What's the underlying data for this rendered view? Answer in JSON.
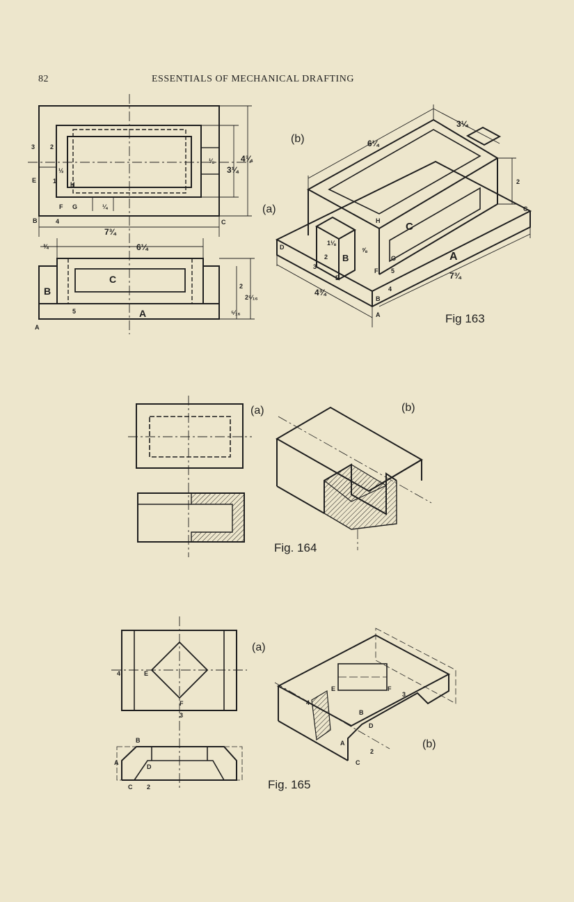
{
  "page": {
    "number": "82",
    "running_head": "ESSENTIALS OF MECHANICAL DRAFTING"
  },
  "fig163": {
    "caption": "Fig 163",
    "sub_a": "(a)",
    "sub_b": "(b)",
    "points": [
      "A",
      "B",
      "C",
      "D",
      "E",
      "F",
      "G",
      "H"
    ],
    "surfaces": [
      "A",
      "B",
      "C"
    ],
    "numbers": [
      "1",
      "2",
      "3",
      "4",
      "5"
    ],
    "dims": [
      "7¾",
      "6¼",
      "3¼",
      "4¾",
      "½",
      "¼",
      "⅛",
      "¾",
      "2",
      "2⁵⁄₁₆",
      "⁵⁄₁₆",
      "1⅛",
      "⅝"
    ]
  },
  "fig164": {
    "caption": "Fig. 164",
    "sub_a": "(a)",
    "sub_b": "(b)"
  },
  "fig165": {
    "caption": "Fig. 165",
    "sub_a": "(a)",
    "sub_b": "(b)",
    "points": [
      "A",
      "B",
      "C",
      "D",
      "E",
      "F"
    ],
    "numbers": [
      "2",
      "3",
      "4"
    ]
  }
}
